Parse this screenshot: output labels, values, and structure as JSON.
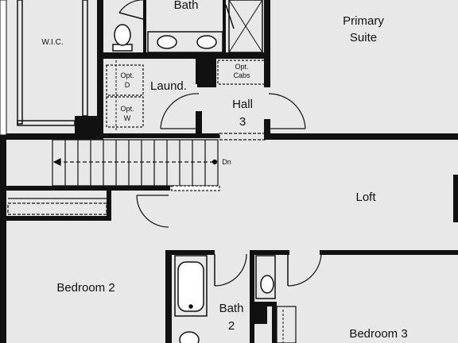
{
  "rooms": {
    "wic": "W.I.C.",
    "bath": "Bath",
    "primary_line1": "Primary",
    "primary_line2": "Suite",
    "opt_d_line1": "Opt.",
    "opt_d_line2": "D",
    "laundry": "Laund.",
    "opt_w_line1": "Opt.",
    "opt_w_line2": "W",
    "opt_cabs_line1": "Opt.",
    "opt_cabs_line2": "Cabs",
    "hall_line1": "Hall",
    "hall_line2": "3",
    "dn": "Dn",
    "loft": "Loft",
    "bedroom2": "Bedroom 2",
    "bath2_line1": "Bath",
    "bath2_line2": "2",
    "bedroom3": "Bedroom 3"
  },
  "colors": {
    "floor": "#e8e8e8",
    "wall": "#111111",
    "background": "#ffffff"
  }
}
